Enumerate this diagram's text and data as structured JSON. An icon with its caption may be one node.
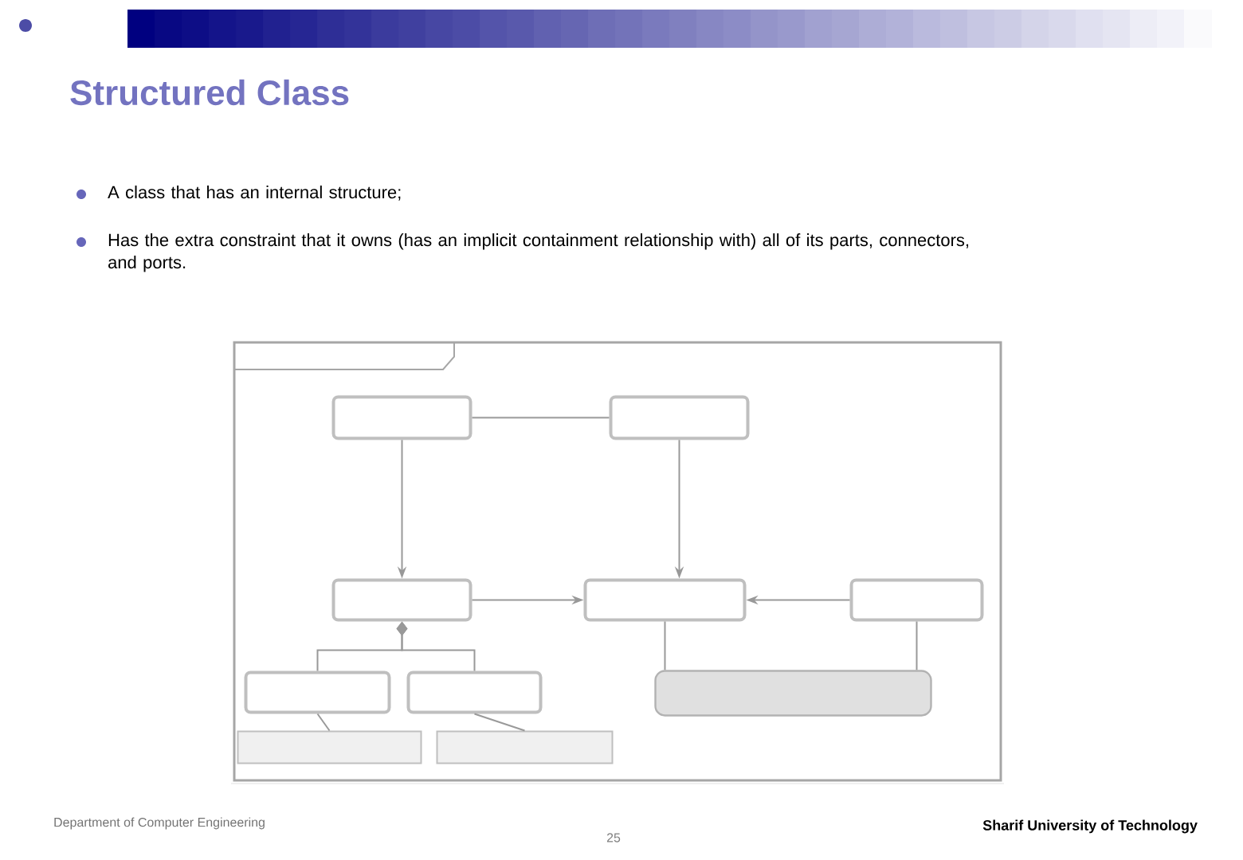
{
  "diagram": {
    "title": "Structured Class",
    "nodes": [
      {
        "text": [],
        "shape": "box"
      },
      {
        "text": [],
        "shape": "box",
        "in": 0
      },
      {
        "text": [],
        "shape": "box",
        "in": 0
      },
      {
        "text": [],
        "shape": "box",
        "in": 0
      },
      {
        "text": [],
        "shape": "box",
        "in": 0
      },
      {
        "text": [],
        "shape": "box",
        "in": 0
      },
      {
        "text": [],
        "shape": "box",
        "in": 0
      },
      {
        "text": [],
        "shape": "box",
        "in": 0
      },
      {
        "text": [],
        "shape": "box",
        "in": 0
      },
      {
        "text": [],
        "shape": "box",
        "in": 0
      },
      {
        "text": [],
        "shape": "box",
        "in": 0
      }
    ],
    "edges": [
      {
        "from": 1,
        "to": 3,
        "arrow": "to"
      },
      {
        "from": 2,
        "to": 4,
        "arrow": "to"
      },
      {
        "from": 1,
        "to": 2,
        "arrow": "none"
      },
      {
        "from": 3,
        "to": 4,
        "arrow": "to"
      },
      {
        "from": 5,
        "to": 4,
        "arrow": "to"
      },
      {
        "from": 3,
        "to": 6,
        "arrow": "other"
      },
      {
        "from": 3,
        "to": 7,
        "arrow": "other"
      },
      {
        "from": 6,
        "to": 9,
        "arrow": "none"
      },
      {
        "from": 7,
        "to": 10,
        "arrow": "none"
      },
      {
        "from": 4,
        "to": 8,
        "arrow": "none"
      },
      {
        "from": 5,
        "to": 8,
        "arrow": "none"
      }
    ],
    "labels": [
      "A class that has an internal structure;",
      "Has the extra constraint that it owns (has an implicit containment relationship with) all of its parts, connectors, and ports.",
      "Department of Computer Engineering",
      "25",
      "Sharif University of Technology"
    ]
  }
}
